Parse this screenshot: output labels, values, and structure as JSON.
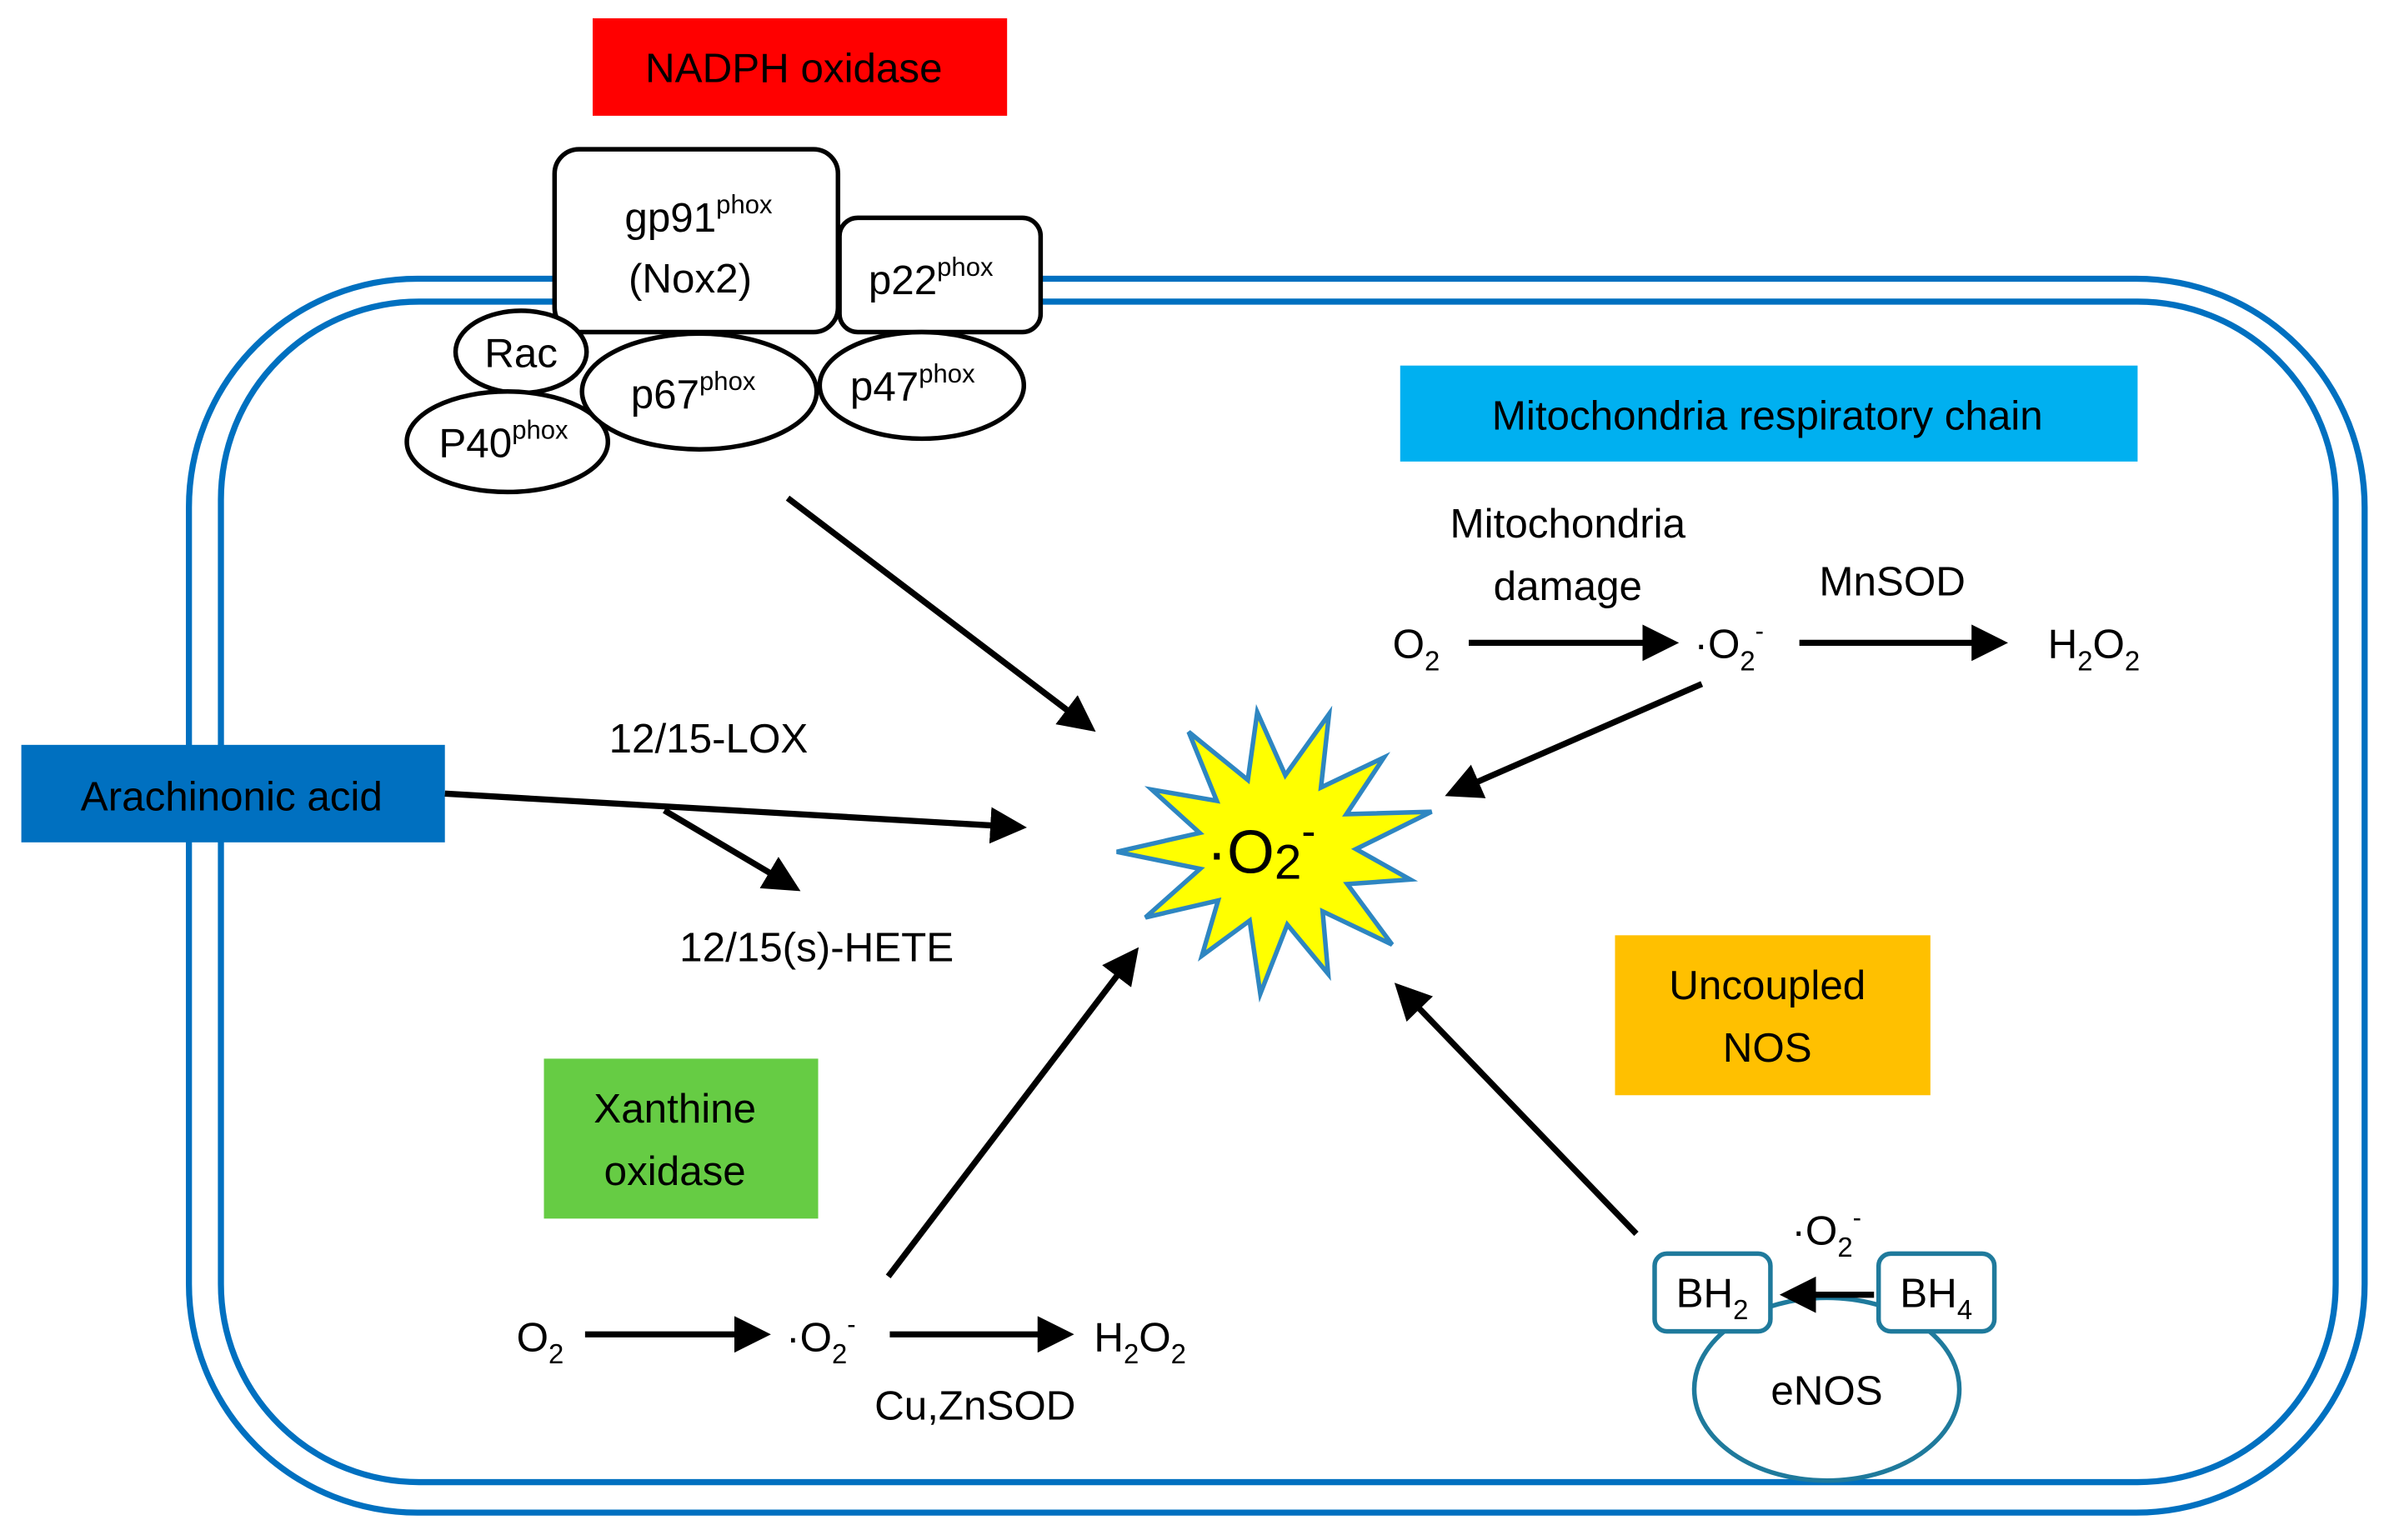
{
  "colors": {
    "membrane": "#0070c0",
    "nadph": "#ff0000",
    "mito": "#00b0f0",
    "arachidonic": "#0070c0",
    "xanthine": "#66cc44",
    "nos": "#ffc000",
    "star_fill": "#ffff00",
    "star_stroke": "#2e86c1",
    "enos_stroke": "#1f7a9c"
  },
  "nadph": {
    "title": "NADPH oxidase",
    "gp91": "gp91",
    "gp91_sup": "phox",
    "nox2": "(Nox2)",
    "p22": "p22",
    "p22_sup": "phox",
    "rac": "Rac",
    "p67": "p67",
    "p67_sup": "phox",
    "p47": "p47",
    "p47_sup": "phox",
    "p40": "P40",
    "p40_sup": "phox"
  },
  "mito": {
    "title": "Mitochondria respiratory chain",
    "damage_line1": "Mitochondria",
    "damage_line2": "damage",
    "enzyme": "MnSOD",
    "o2": "O",
    "o2_sub": "2",
    "superoxide": "·O",
    "superoxide_sub": "2",
    "superoxide_sup": "-",
    "h2o2_h": "H",
    "h2o2_sub1": "2",
    "h2o2_o": "O",
    "h2o2_sub2": "2"
  },
  "arachidonic": {
    "title": "Arachinonic acid",
    "enzyme": "12/15-LOX",
    "product": "12/15(s)-HETE"
  },
  "center": {
    "label": "·O",
    "sub": "2",
    "sup": "-"
  },
  "xanthine": {
    "title_line1": "Xanthine",
    "title_line2": "oxidase",
    "o2": "O",
    "o2_sub": "2",
    "superoxide": "·O",
    "superoxide_sub": "2",
    "superoxide_sup": "-",
    "h2o2_h": "H",
    "h2o2_sub1": "2",
    "h2o2_o": "O",
    "h2o2_sub2": "2",
    "enzyme": "Cu,ZnSOD"
  },
  "nos": {
    "title_line1": "Uncoupled",
    "title_line2": "NOS",
    "superoxide": "·O",
    "superoxide_sub": "2",
    "superoxide_sup": "-",
    "bh2": "BH",
    "bh2_sub": "2",
    "bh4": "BH",
    "bh4_sub": "4",
    "enos": "eNOS"
  }
}
